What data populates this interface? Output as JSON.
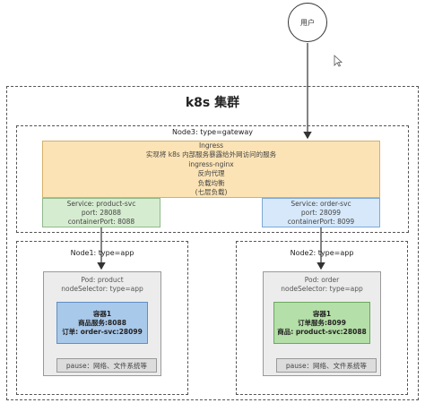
{
  "user": {
    "label": "用户"
  },
  "cluster": {
    "title": "k8s 集群"
  },
  "node3": {
    "title": "Node3: type=gateway",
    "ingress": {
      "lines": [
        "Ingress",
        "实现将 k8s 内部服务暴露给外网访问的服务",
        "ingress-nginx",
        "反向代理",
        "负载均衡",
        "(七层负载)"
      ]
    },
    "service_product": {
      "lines": [
        "Service: product-svc",
        "port: 28088",
        "containerPort: 8088"
      ]
    },
    "service_order": {
      "lines": [
        "Service: order-svc",
        "port: 28099",
        "containerPort: 8099"
      ]
    }
  },
  "node1": {
    "title": "Node1: type=app",
    "pod": {
      "lines": [
        "Pod: product",
        "nodeSelector: type=app"
      ],
      "container": {
        "lines": [
          "容器1",
          "商品服务:8088",
          "订单: order-svc:28099"
        ]
      },
      "pause": "pause：网络、文件系统等"
    }
  },
  "node2": {
    "title": "Node2: type=app",
    "pod": {
      "lines": [
        "Pod: order",
        "nodeSelector: type=app"
      ],
      "container": {
        "lines": [
          "容器1",
          "订单服务:8099",
          "商品: product-svc:28088"
        ]
      },
      "pause": "pause：网络、文件系统等"
    }
  },
  "colors": {
    "ingress": "#fbe3b5",
    "service_product": "#d6ecd0",
    "service_order": "#d6e8fa",
    "container_product": "#a9c9ea",
    "container_order": "#b5dfa8",
    "pod": "#ececec"
  },
  "icons": {
    "cursor": "mouse-pointer-icon"
  }
}
